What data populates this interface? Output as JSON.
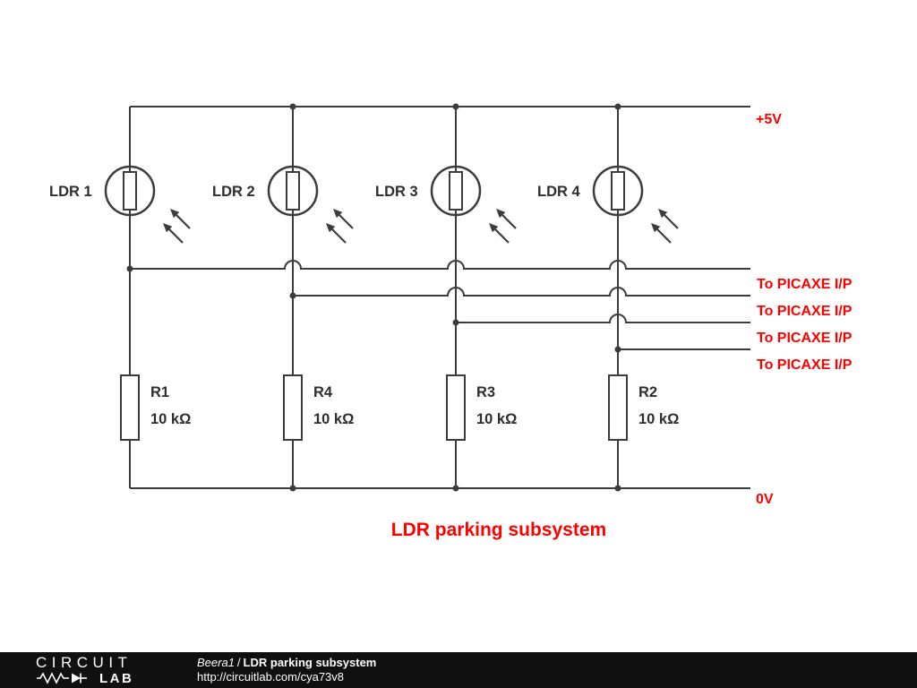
{
  "schematic": {
    "title": "LDR parking subsystem",
    "power_rail_label": "+5V",
    "ground_rail_label": "0V",
    "ldrs": [
      {
        "label": "LDR 1"
      },
      {
        "label": "LDR 2"
      },
      {
        "label": "LDR 3"
      },
      {
        "label": "LDR 4"
      }
    ],
    "resistors": [
      {
        "name": "R1",
        "value": "10 kΩ"
      },
      {
        "name": "R4",
        "value": "10 kΩ"
      },
      {
        "name": "R3",
        "value": "10 kΩ"
      },
      {
        "name": "R2",
        "value": "10 kΩ"
      }
    ],
    "outputs": [
      {
        "label": "To PICAXE I/P"
      },
      {
        "label": "To PICAXE I/P"
      },
      {
        "label": "To PICAXE I/P"
      },
      {
        "label": "To PICAXE I/P"
      }
    ]
  },
  "footer": {
    "logo": {
      "line1": "CIRCUIT",
      "line2": "LAB"
    },
    "author": "Beera1",
    "separator": "/",
    "project_title": "LDR parking subsystem",
    "url": "http://circuitlab.com/cya73v8"
  },
  "colors": {
    "wire": "#3c3c3c",
    "accent_red": "#fe0000",
    "label_text": "#2e2e2e",
    "footer_bg": "#101010",
    "footer_text": "#ffffff"
  }
}
